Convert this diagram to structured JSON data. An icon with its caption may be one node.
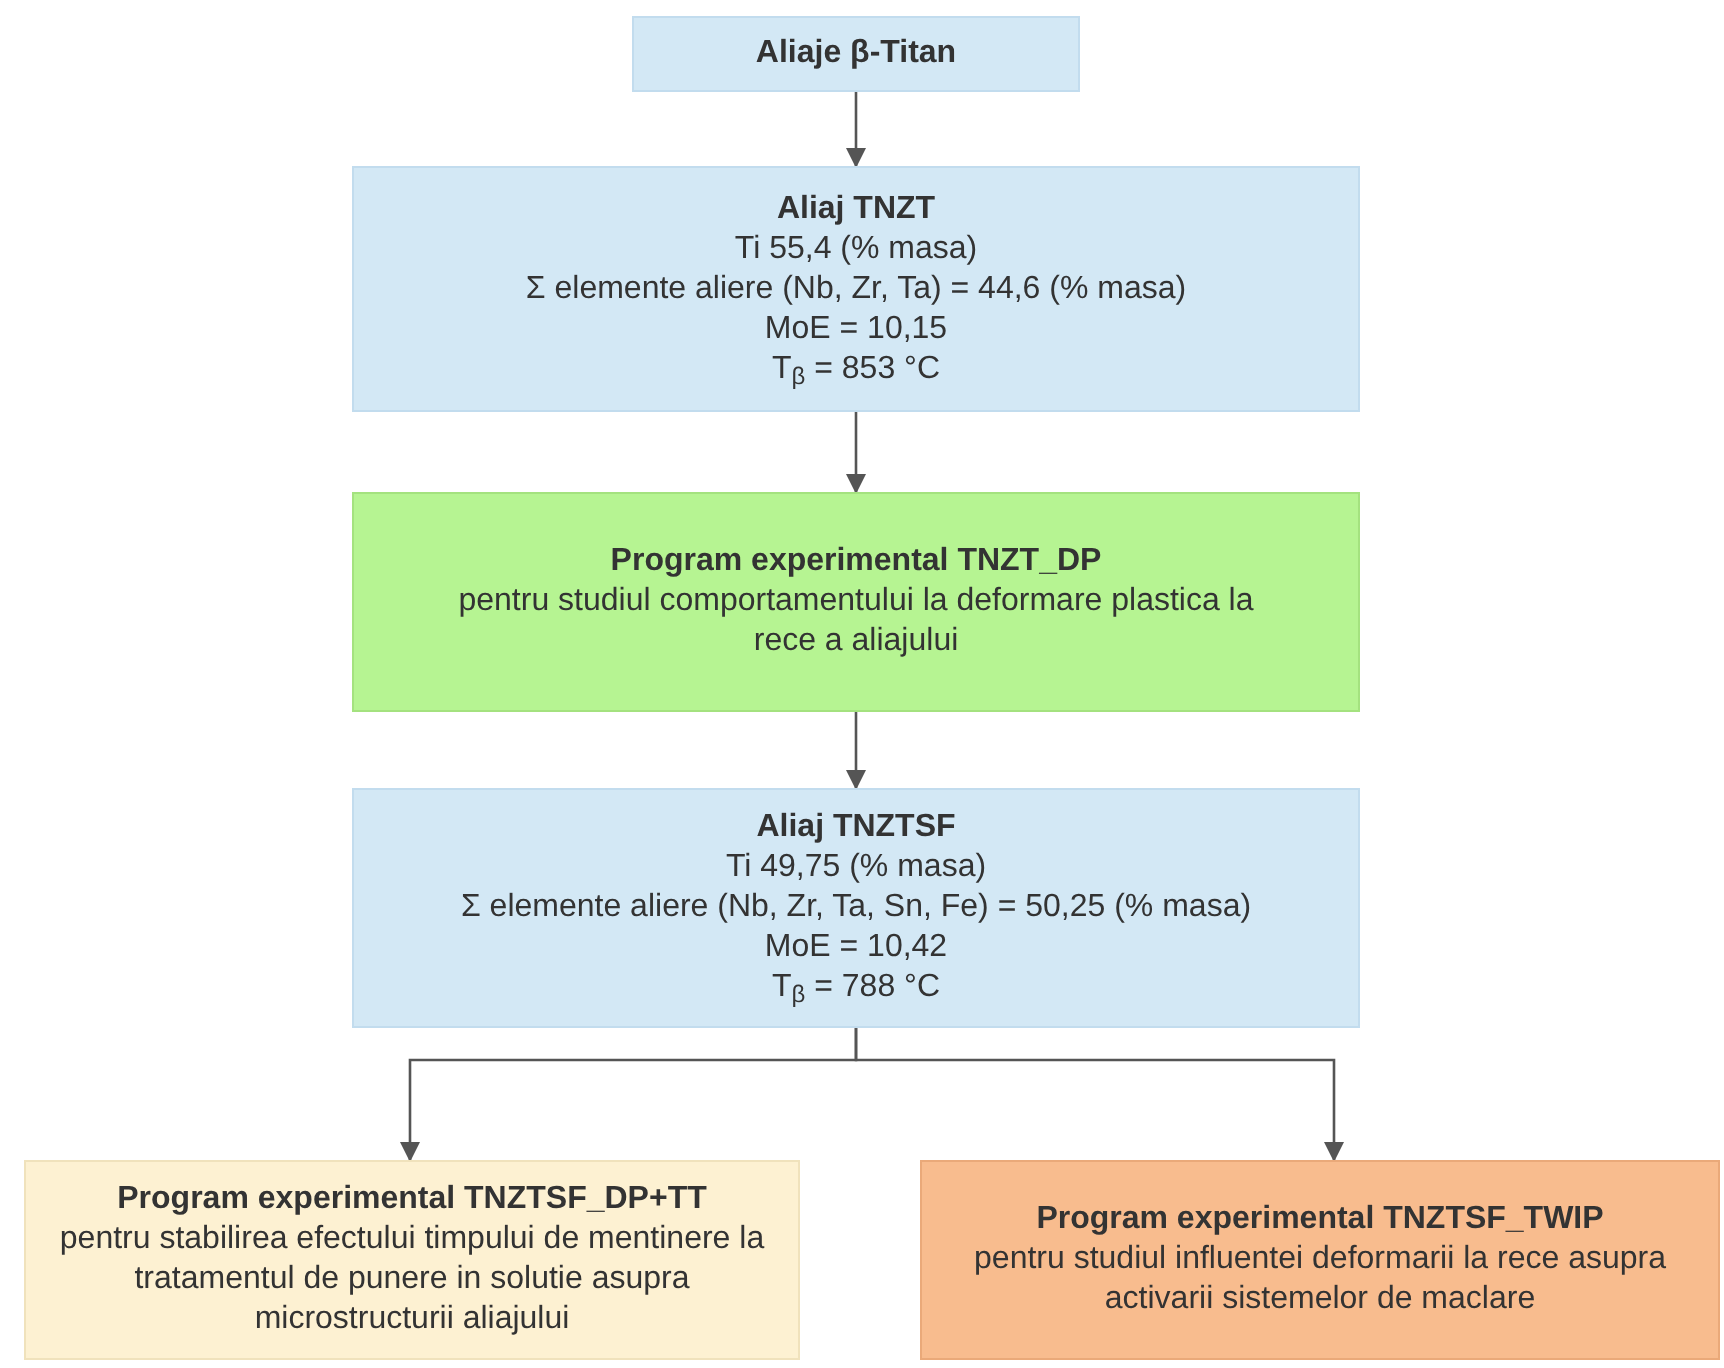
{
  "diagram": {
    "nodes": [
      {
        "text": [
          "Aliaje β-Titan"
        ]
      },
      {
        "text": [
          "Aliaj TNZT",
          "Ti 55,4 (% masa)",
          "Σ elemente aliere (Nb, Zr, Ta) = 44,6 (% masa)",
          "MoE = 10,15",
          "T$_{β}$ = 853 °C"
        ]
      },
      {
        "text": [
          "Program experimental TNZT_DP",
          "pentru studiul comportamentului la deformare plastica la rece a aliajului"
        ]
      },
      {
        "text": [
          "Aliaj TNZTSF",
          "Ti 49,75 (% masa)",
          "Σ elemente aliere (Nb, Zr, Ta, Sn, Fe) = 50,25 (% masa)",
          "MoE = 10,42",
          "T$_{β}$ = 788 °C"
        ]
      },
      {
        "text": [
          "Program experimental TNZTSF_DP+TT",
          "pentru stabilirea efectului timpului de mentinere la tratamentul de punere in solutie asupra microstructurii aliajului"
        ]
      },
      {
        "text": [
          "Program experimental TNZTSF_TWIP",
          "pentru studiul influentei deformarii la rece asupra activarii sistemelor de maclare"
        ]
      }
    ],
    "edges": [
      {
        "from": 0,
        "to": 1,
        "arrow": "to"
      },
      {
        "from": 1,
        "to": 2,
        "arrow": "to"
      },
      {
        "from": 2,
        "to": 3,
        "arrow": "to"
      },
      {
        "from": 3,
        "to": 4,
        "arrow": "to"
      },
      {
        "from": 3,
        "to": 5,
        "arrow": "to"
      }
    ]
  }
}
